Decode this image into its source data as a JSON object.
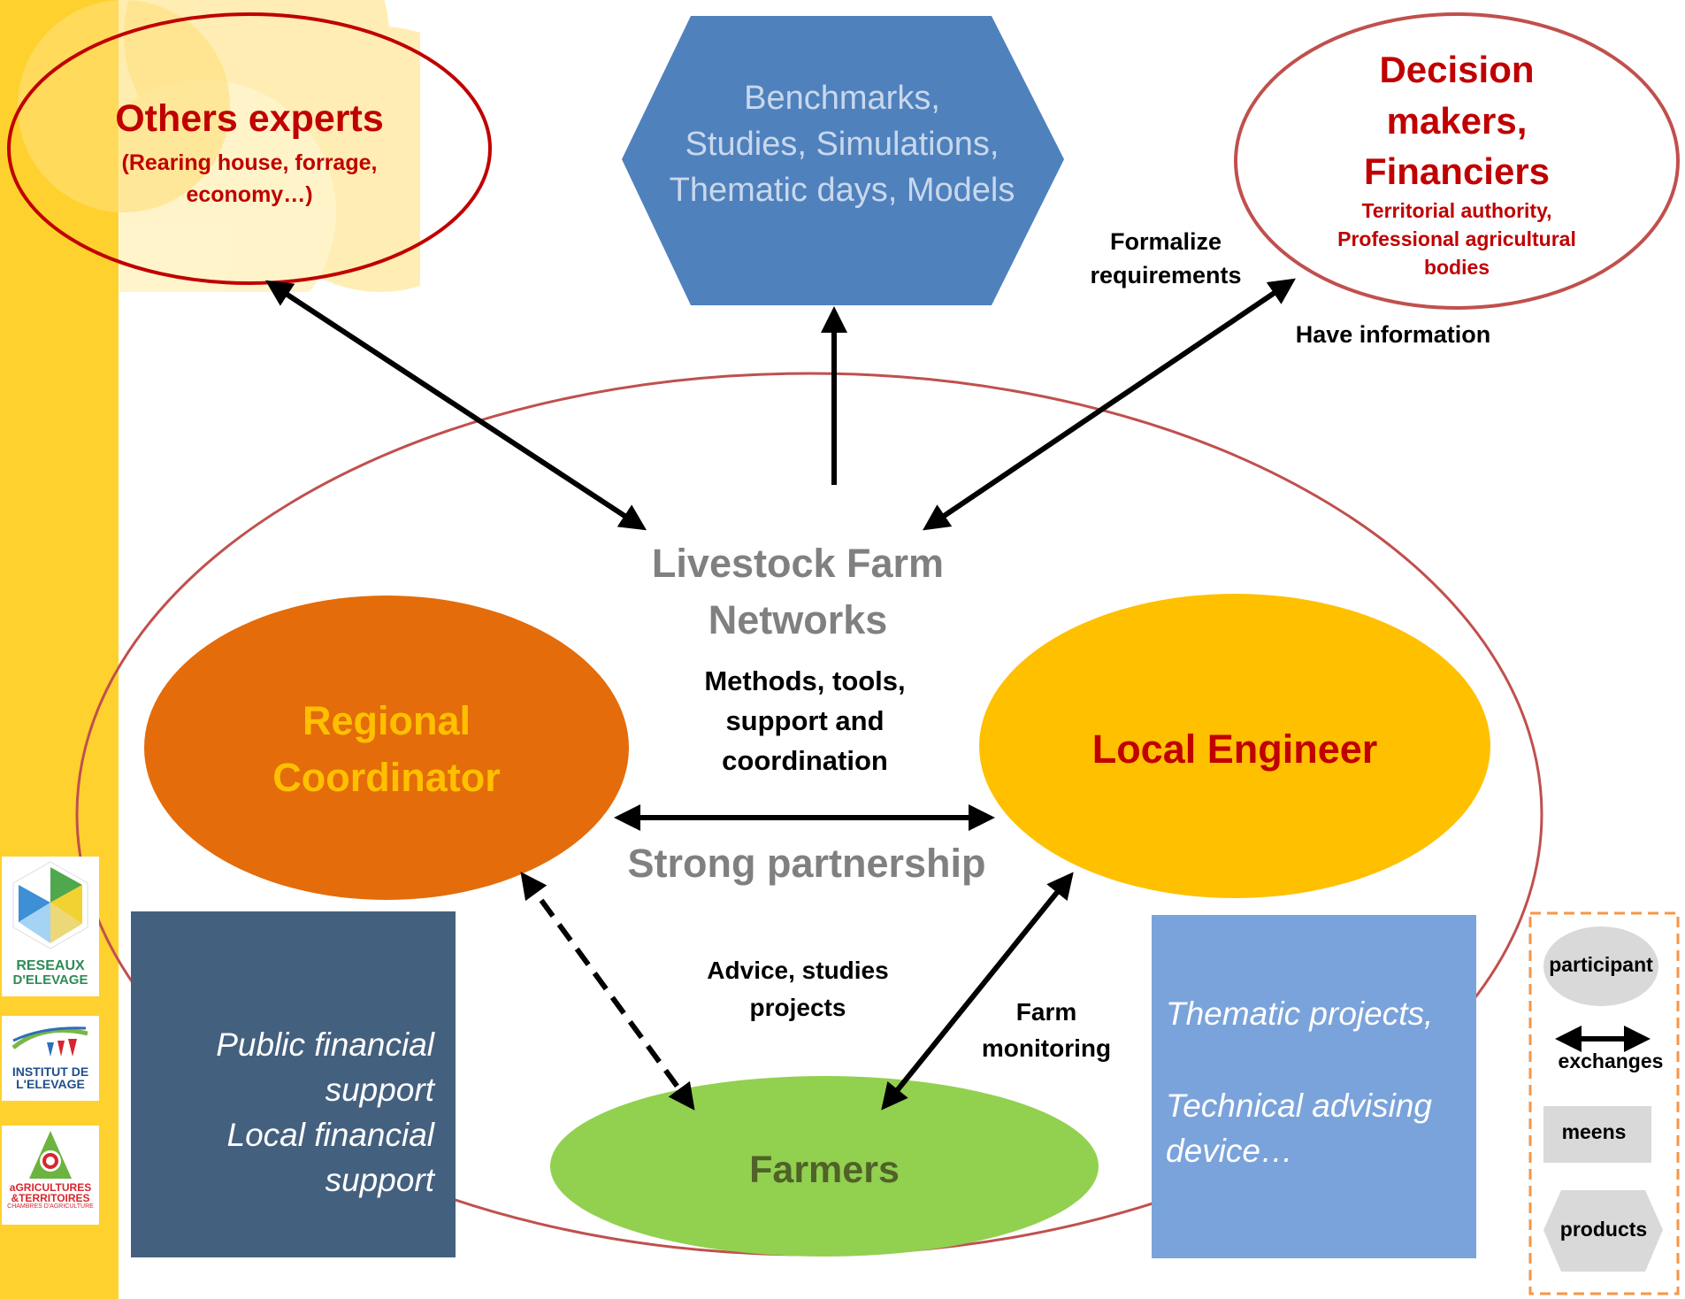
{
  "colors": {
    "sidebar": "#FFD12E",
    "petals": "#FFE89A",
    "accent_red": "#C00000",
    "ellipse_border": "#C0504D",
    "hexagon": "#4F81BD",
    "hexagon_text": "#C9D8EC",
    "regional": "#E46C0A",
    "regional_text": "#FFC000",
    "local": "#FFC000",
    "farmers": "#92D050",
    "farmers_text": "#4F6228",
    "grey_text": "#808080",
    "public_box": "#44607F",
    "thematic_box": "#7AA3DB",
    "legend_border": "#F79646",
    "legend_shape": "#D9D9D9"
  },
  "others_experts": {
    "title": "Others experts",
    "subtitle_1": "(Rearing house, forrage,",
    "subtitle_2": "economy…)"
  },
  "products": {
    "line_1": "Benchmarks,",
    "line_2": "Studies, Simulations,",
    "line_3": "Thematic days, Models"
  },
  "decision_makers": {
    "title_1": "Decision",
    "title_2": "makers,",
    "title_3": "Financiers",
    "sub_1": "Territorial authority,",
    "sub_2": "Professional  agricultural",
    "sub_3": "bodies"
  },
  "labels": {
    "formalize_1": "Formalize",
    "formalize_2": "requirements",
    "have_information": "Have information",
    "network_1": "Livestock Farm",
    "network_2": "Networks",
    "methods_1": "Methods, tools,",
    "methods_2": "support and",
    "methods_3": "coordination",
    "strong_partnership": "Strong partnership",
    "advice_1": "Advice, studies",
    "advice_2": "projects",
    "farm_1": "Farm",
    "farm_2": "monitoring"
  },
  "regional": {
    "line_1": "Regional",
    "line_2": "Coordinator"
  },
  "local": {
    "label": "Local Engineer"
  },
  "farmers": {
    "label": "Farmers"
  },
  "public_box": {
    "line_1": "Public financial",
    "line_2": "support",
    "line_3": "Local  financial",
    "line_4": "support"
  },
  "thematic_box": {
    "line_1": "Thematic projects,",
    "line_2": "Technical advising",
    "line_3": "device…"
  },
  "legend": {
    "participant": "participant",
    "exchanges": "exchanges",
    "meens": "meens",
    "products": "products"
  },
  "logos": {
    "reseaux_1": "RESEAUX",
    "reseaux_2": "D'ELEVAGE",
    "institut_1": "INSTITUT DE",
    "institut_2": "L'ELEVAGE",
    "agri_1": "aGRICULTURES",
    "agri_2": "&TERRITOIRES",
    "agri_3": "CHAMBRES D'AGRICULTURE"
  }
}
